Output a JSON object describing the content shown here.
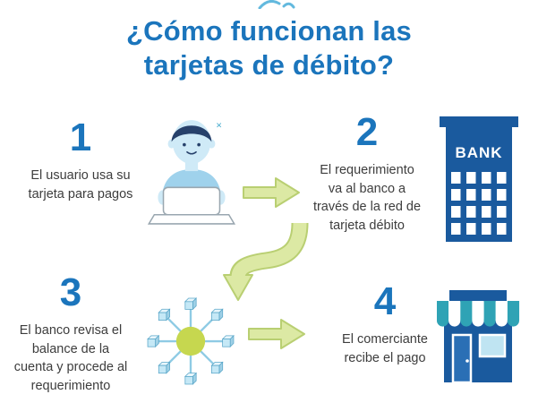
{
  "title": {
    "line1": "¿Cómo funcionan las",
    "line2": "tarjetas de débito?"
  },
  "steps": [
    {
      "number": "1",
      "lines": [
        "El usuario usa su",
        "tarjeta para pagos"
      ],
      "icon": "person-at-laptop-icon"
    },
    {
      "number": "2",
      "lines": [
        "El requerimiento",
        "va al banco a",
        "través de la red de",
        "tarjeta débito"
      ],
      "icon": "bank-building-icon"
    },
    {
      "number": "3",
      "lines": [
        "El banco revisa el",
        "balance de la",
        "cuenta y procede al",
        "requerimiento"
      ],
      "icon": "network-hub-icon"
    },
    {
      "number": "4",
      "lines": [
        "El comerciante",
        "recibe el pago"
      ],
      "icon": "storefront-icon"
    }
  ],
  "bank_building": {
    "label": "BANK"
  },
  "arrows": {
    "step1_to_step2": "right-block-arrow",
    "step2_to_step3": "curved-down-arrow",
    "step3_to_step4": "right-block-arrow"
  },
  "colors": {
    "accent_blue": "#1b75bc",
    "building_blue": "#1a5a9e",
    "hair_navy": "#27416b",
    "skin_light_blue": "#cfeaf7",
    "shirt_blue": "#9fd2ec",
    "arrow_fill": "#dce9a4",
    "arrow_stroke": "#b9cf72",
    "network_center_green": "#c6d74f",
    "cube_light_blue": "#c5e8f6",
    "awning_teal": "#2fa3b5",
    "body_text": "#3d3d3d"
  }
}
